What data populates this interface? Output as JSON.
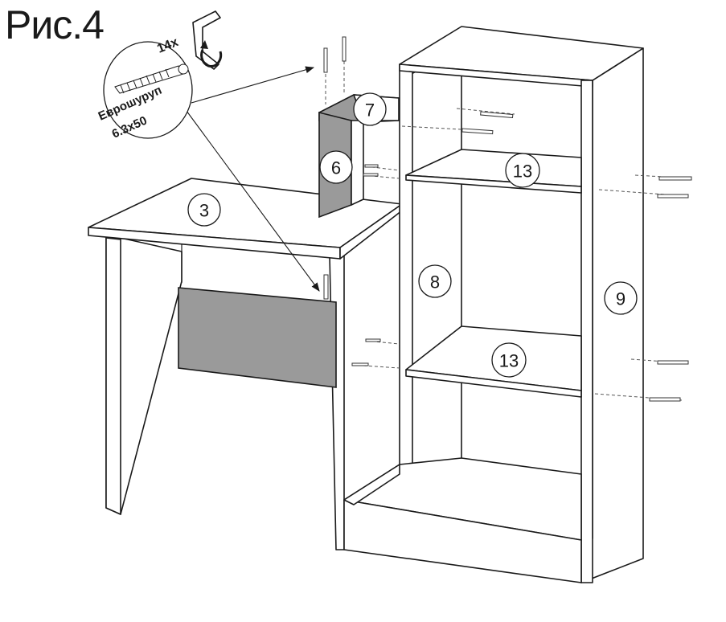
{
  "figure": {
    "title": "Рис.4"
  },
  "hardware": {
    "quantity": "14x",
    "name": "Еврошуруп",
    "size": "6.3x50",
    "tool_icon": "hex-key-icon",
    "rotation_icon": "rotate-arrow-icon"
  },
  "parts": [
    {
      "id": "3",
      "label": "3"
    },
    {
      "id": "6",
      "label": "6"
    },
    {
      "id": "7",
      "label": "7"
    },
    {
      "id": "8",
      "label": "8"
    },
    {
      "id": "9",
      "label": "9"
    },
    {
      "id": "13a",
      "label": "13"
    },
    {
      "id": "13b",
      "label": "13"
    }
  ],
  "colors": {
    "panel_gray": "#9a9a9a",
    "line": "#1a1a1a"
  }
}
